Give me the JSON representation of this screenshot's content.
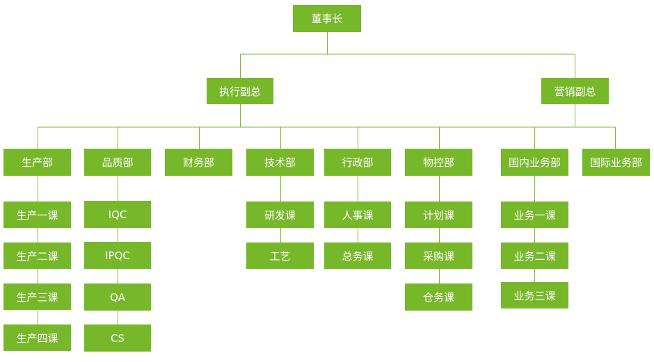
{
  "colors": {
    "box_fill": "#77b72a",
    "line": "#7aba2b",
    "text": "#ffffff"
  },
  "root": {
    "label": "董事长"
  },
  "vps": [
    {
      "label": "执行副总"
    },
    {
      "label": "营销副总"
    }
  ],
  "departments": [
    {
      "label": "生产部",
      "subs": [
        "生产一课",
        "生产二课",
        "生产三课",
        "生产四课"
      ]
    },
    {
      "label": "品质部",
      "subs": [
        "IQC",
        "IPQC",
        "QA",
        "CS"
      ]
    },
    {
      "label": "财务部",
      "subs": []
    },
    {
      "label": "技术部",
      "subs": [
        "研发课",
        "工艺"
      ]
    },
    {
      "label": "行政部",
      "subs": [
        "人事课",
        "总务课"
      ]
    },
    {
      "label": "物控部",
      "subs": [
        "计划课",
        "采购课",
        "仓务课"
      ]
    },
    {
      "label": "国内业务部",
      "subs": [
        "业务一课",
        "业务二课",
        "业务三课"
      ]
    },
    {
      "label": "国际业务部",
      "subs": []
    }
  ]
}
